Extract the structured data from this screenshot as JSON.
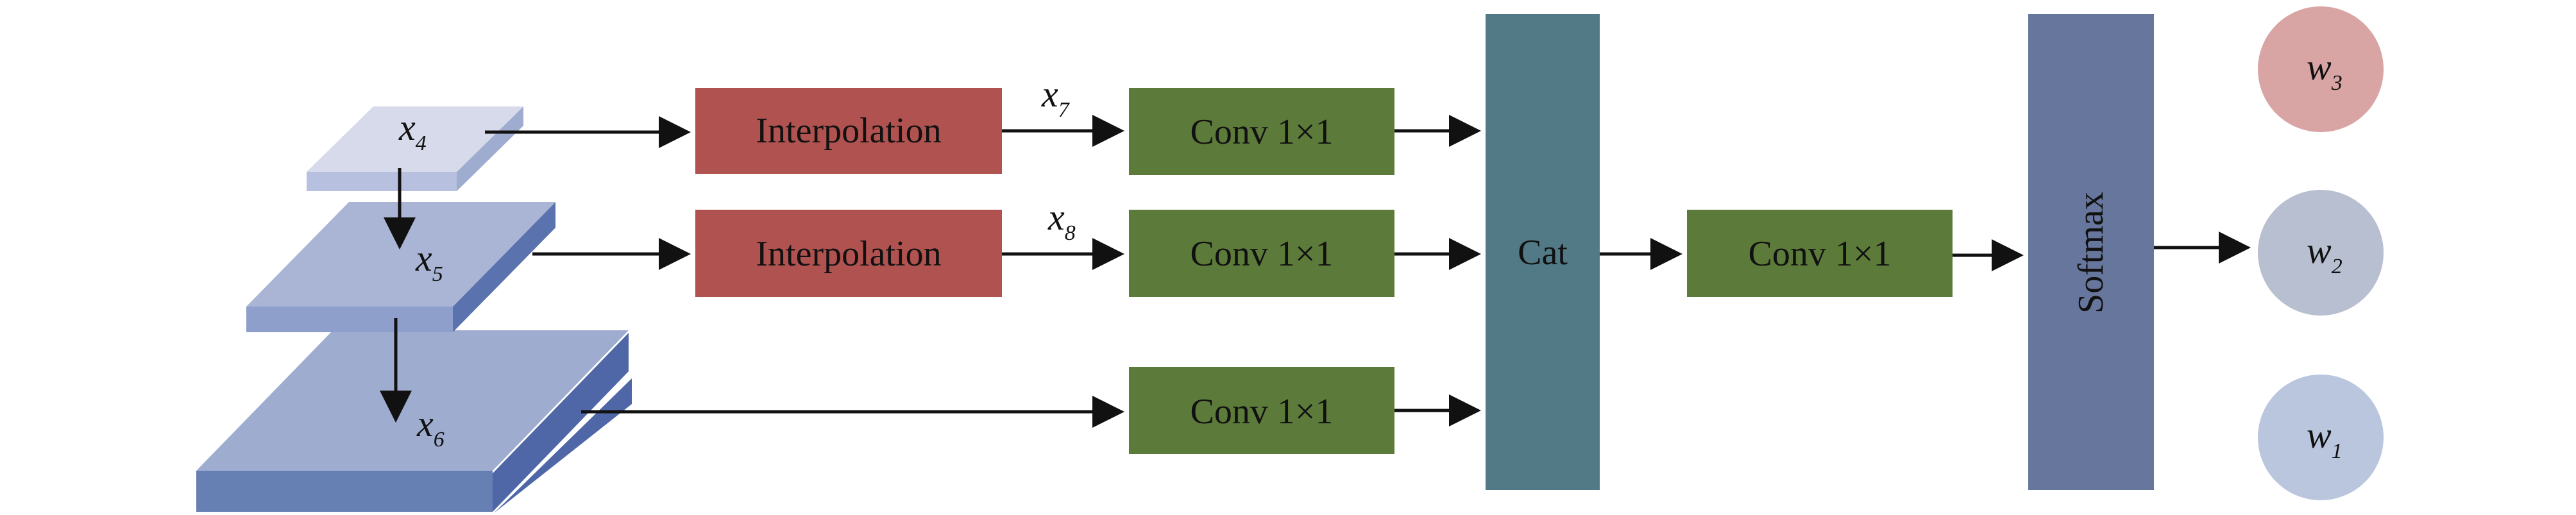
{
  "colors": {
    "interpolation": "#b0524f",
    "conv": "#5c7a3a",
    "cat": "#527a86",
    "softmax": "#67769c",
    "w3": "#d9a4a4",
    "w2": "#b8bfd1",
    "w1": "#bac6de",
    "plate_top_light": "#d6daea",
    "plate_top_mid": "#aab5d5",
    "plate_top_dark": "#9eacd0",
    "plate_front": "#6680b3",
    "plate_side": "#4f67a6",
    "arrow": "#111111"
  },
  "features": {
    "x4": {
      "var": "x",
      "sub": "4"
    },
    "x5": {
      "var": "x",
      "sub": "5"
    },
    "x6": {
      "var": "x",
      "sub": "6"
    },
    "x7": {
      "var": "x",
      "sub": "7"
    },
    "x8": {
      "var": "x",
      "sub": "8"
    }
  },
  "blocks": {
    "interp_top": "Interpolation",
    "interp_mid": "Interpolation",
    "conv_top": "Conv 1×1",
    "conv_mid": "Conv 1×1",
    "conv_bot": "Conv 1×1",
    "cat": "Cat",
    "conv_fuse": "Conv 1×1",
    "softmax": "Softmax"
  },
  "weights": {
    "w3": {
      "var": "w",
      "sub": "3"
    },
    "w2": {
      "var": "w",
      "sub": "2"
    },
    "w1": {
      "var": "w",
      "sub": "1"
    }
  }
}
